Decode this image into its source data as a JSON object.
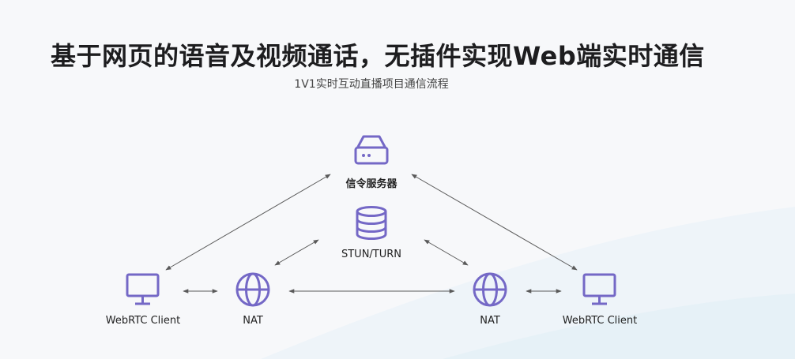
{
  "title": "基于网页的语音及视频通话，无插件实现Web端实时通信",
  "subtitle": "1V1实时互动直播项目通信流程",
  "colors": {
    "icon": "#7468c6",
    "arrow": "#5a5a5a",
    "text": "#1d1d1f"
  },
  "nodes": {
    "signal_server": {
      "label": "信令服务器",
      "icon": "server-icon"
    },
    "stun_turn": {
      "label": "STUN/TURN",
      "icon": "database-icon"
    },
    "client_left": {
      "label": "WebRTC Client",
      "icon": "monitor-icon"
    },
    "nat_left": {
      "label": "NAT",
      "icon": "globe-icon"
    },
    "nat_right": {
      "label": "NAT",
      "icon": "globe-icon"
    },
    "client_right": {
      "label": "WebRTC Client",
      "icon": "monitor-icon"
    }
  }
}
